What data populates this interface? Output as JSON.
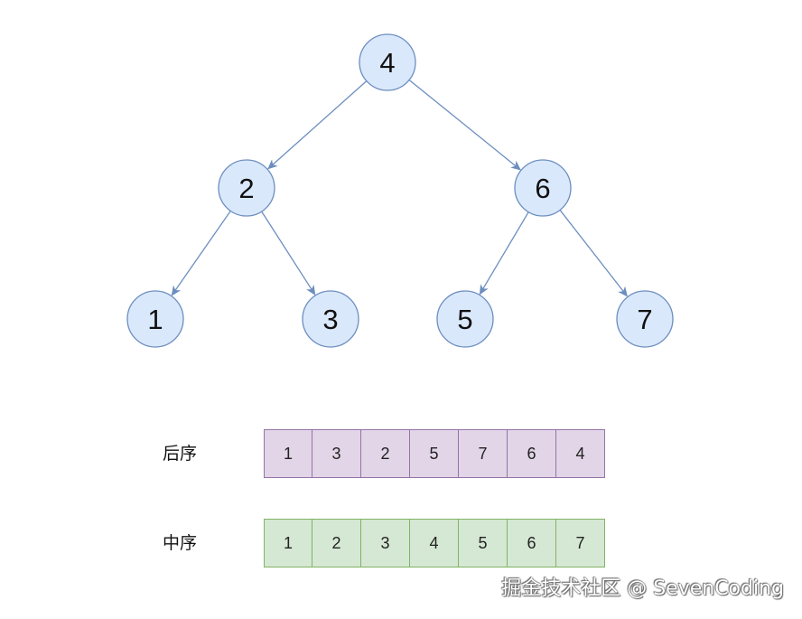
{
  "tree": {
    "colors": {
      "node_fill": "#dae8fc",
      "node_stroke": "#6c8ebf",
      "edge": "#6c8ebf"
    },
    "nodes": [
      {
        "id": "n4",
        "label": "4"
      },
      {
        "id": "n2",
        "label": "2"
      },
      {
        "id": "n6",
        "label": "6"
      },
      {
        "id": "n1",
        "label": "1"
      },
      {
        "id": "n3",
        "label": "3"
      },
      {
        "id": "n5",
        "label": "5"
      },
      {
        "id": "n7",
        "label": "7"
      }
    ],
    "edges": [
      {
        "from": "n4",
        "to": "n2"
      },
      {
        "from": "n4",
        "to": "n6"
      },
      {
        "from": "n2",
        "to": "n1"
      },
      {
        "from": "n2",
        "to": "n3"
      },
      {
        "from": "n6",
        "to": "n5"
      },
      {
        "from": "n6",
        "to": "n7"
      }
    ]
  },
  "postorder": {
    "label": "后序",
    "values": [
      "1",
      "3",
      "2",
      "5",
      "7",
      "6",
      "4"
    ],
    "fill": "#e1d5e7",
    "stroke": "#9673a6"
  },
  "inorder": {
    "label": "中序",
    "values": [
      "1",
      "2",
      "3",
      "4",
      "5",
      "6",
      "7"
    ],
    "fill": "#d5e8d4",
    "stroke": "#82b366"
  },
  "watermark": "掘金技术社区 @ SevenCoding"
}
